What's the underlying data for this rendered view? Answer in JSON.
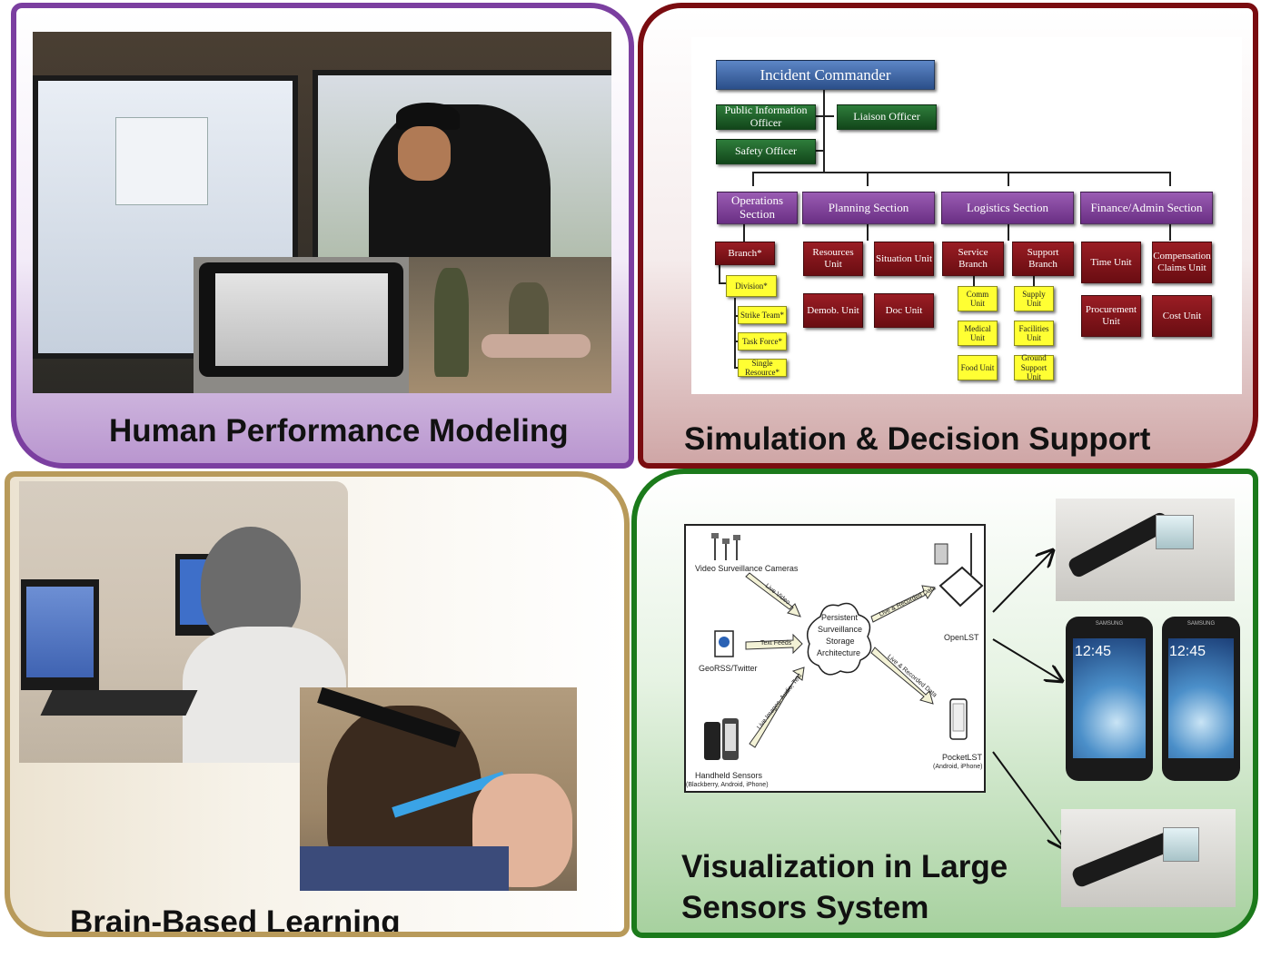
{
  "panels": {
    "human_performance": {
      "title": "Human Performance Modeling"
    },
    "simulation": {
      "title": "Simulation & Decision Support"
    },
    "brain": {
      "title": "Brain-Based Learning"
    },
    "visualization": {
      "title_line1": "Visualization in Large",
      "title_line2": "Sensors System"
    }
  },
  "ics_chart": {
    "commander": "Incident Commander",
    "staff": [
      "Public Information Officer",
      "Liaison Officer",
      "Safety Officer"
    ],
    "sections": [
      "Operations Section",
      "Planning Section",
      "Logistics Section",
      "Finance/Admin Section"
    ],
    "operations": {
      "branch": "Branch*",
      "division": "Division*",
      "resources": [
        "Strike Team*",
        "Task Force*",
        "Single Resource*"
      ]
    },
    "planning_units": [
      "Resources Unit",
      "Situation Unit",
      "Demob. Unit",
      "Doc Unit"
    ],
    "logistics": {
      "branches": [
        "Service Branch",
        "Support Branch"
      ],
      "service_units": [
        "Comm Unit",
        "Medical Unit",
        "Food Unit"
      ],
      "support_units": [
        "Supply Unit",
        "Facilities Unit",
        "Ground Support Unit"
      ]
    },
    "finance_units": [
      "Time Unit",
      "Compensation Claims Unit",
      "Procurement Unit",
      "Cost Unit"
    ]
  },
  "surveillance_diagram": {
    "sources": [
      "Video Surveillance Cameras",
      "GeoRSS/Twitter",
      "Handheld Sensors",
      "(Blackberry, Android, iPhone)"
    ],
    "hub_lines": [
      "Persistent",
      "Surveillance",
      "Storage",
      "Architecture"
    ],
    "arrow_labels": [
      "Live Video",
      "Text Feeds",
      "Live Images, Audio, Text",
      "Live & Recorded Data",
      "Live & Recorded Data"
    ],
    "outputs": [
      "OpenLST",
      "PocketLST",
      "(Android, iPhone)"
    ]
  },
  "devices": {
    "phone_brand": "SAMSUNG",
    "phone_time": "12:45"
  },
  "colors": {
    "purple": "#7b3fa0",
    "maroon": "#7a0c10",
    "tan": "#b89a5a",
    "green": "#1b7a1b"
  }
}
